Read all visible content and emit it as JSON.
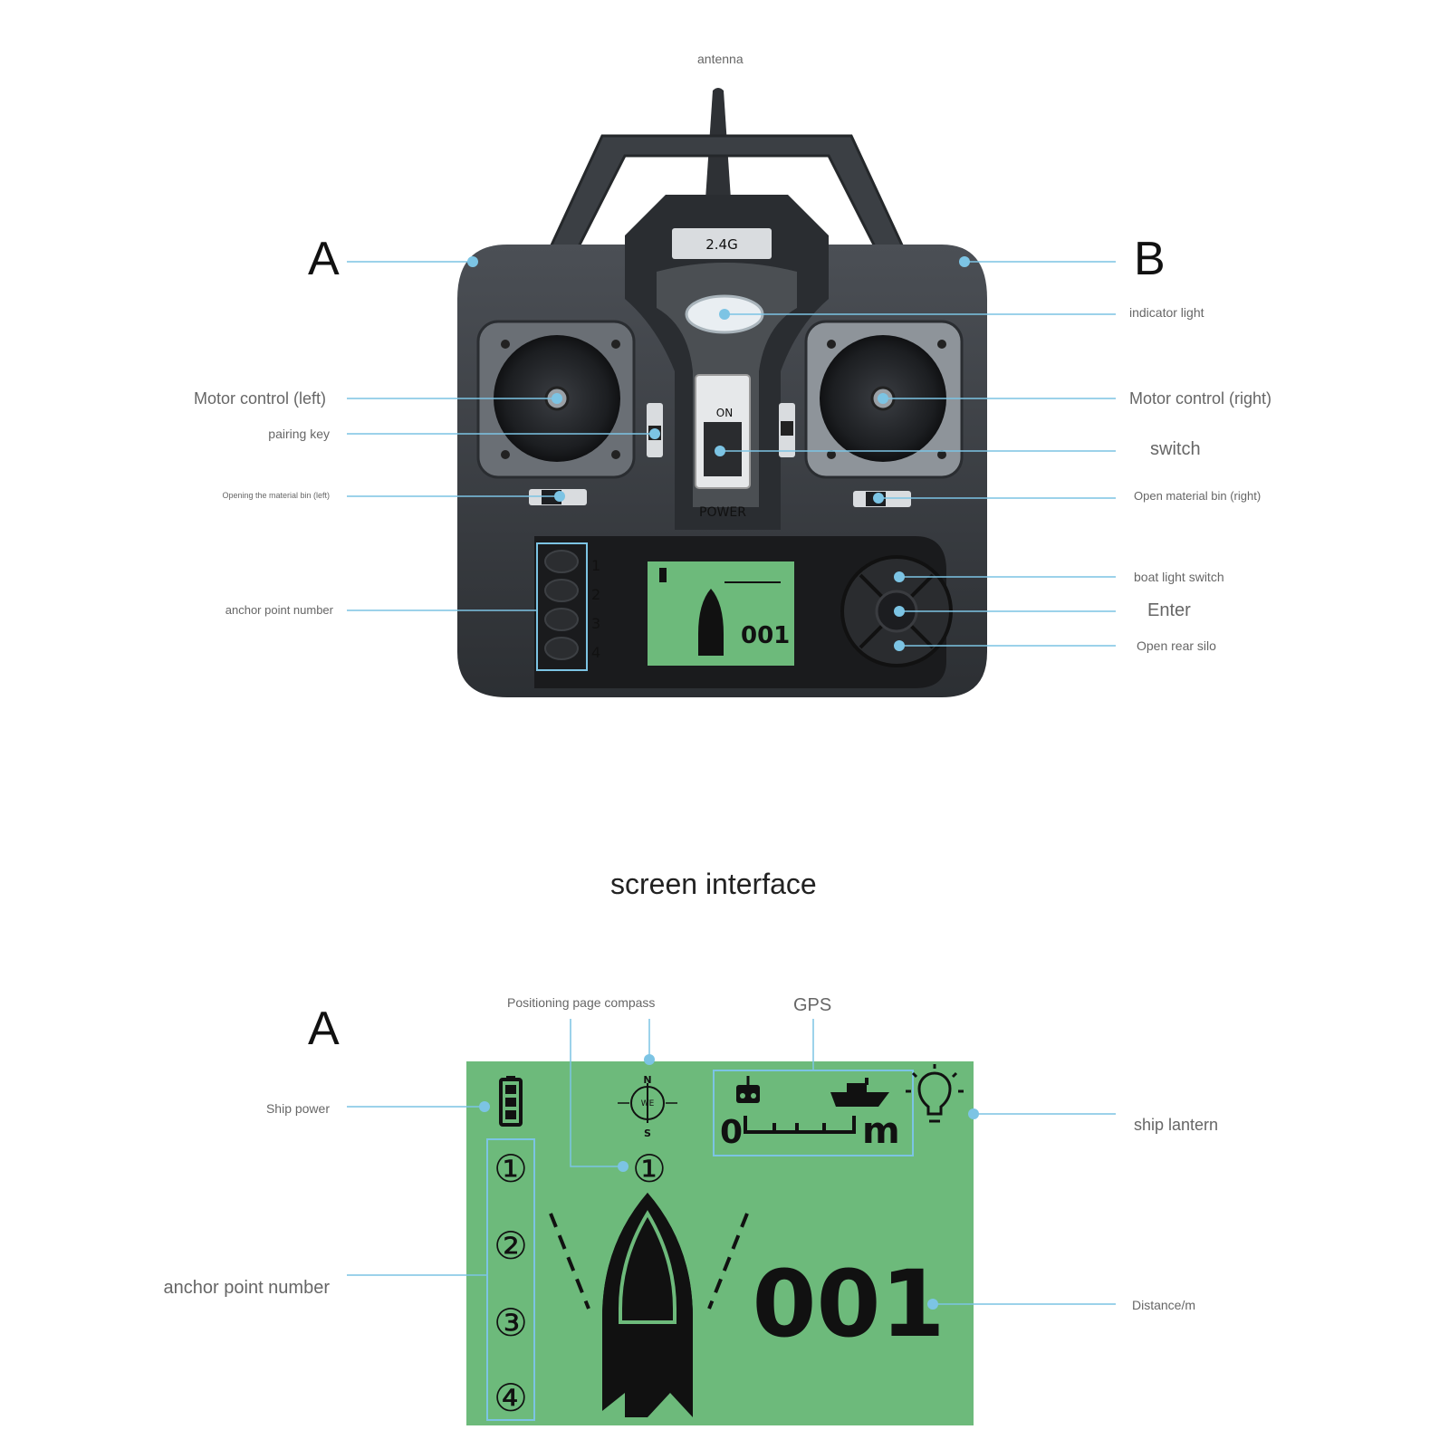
{
  "remote": {
    "antenna": "antenna",
    "freq_badge": "2.4G",
    "side_a": "A",
    "side_b": "B",
    "indicator_light": "indicator light",
    "motor_left": "Motor control (left)",
    "motor_right": "Motor control (right)",
    "pairing_key": "pairing key",
    "switch": "switch",
    "switch_on": "ON",
    "power_text": "POWER",
    "bin_left": "Opening the material bin (left)",
    "bin_right": "Open material bin (right)",
    "anchor_point_number": "anchor point number",
    "anchor_keys": [
      "1",
      "2",
      "3",
      "4"
    ],
    "boat_light_switch": "boat light switch",
    "enter": "Enter",
    "rear_silo": "Open rear silo",
    "mini_distance": "001"
  },
  "screen": {
    "title": "screen interface",
    "side_a": "A",
    "positioning_compass": "Positioning page compass",
    "gps": "GPS",
    "ship_power": "Ship power",
    "ship_lantern": "ship lantern",
    "anchor_point_number": "anchor point number",
    "distance_label": "Distance/m",
    "distance_value": "001",
    "gps_zero": "0",
    "gps_unit": "m",
    "compass": {
      "n": "N",
      "s": "S",
      "we": "WE"
    },
    "anchor_circles": [
      "①",
      "②",
      "③",
      "④"
    ],
    "compass_anchor": "①",
    "lcd_color": "#6dba7b",
    "accent_color": "#7cc4e4"
  }
}
